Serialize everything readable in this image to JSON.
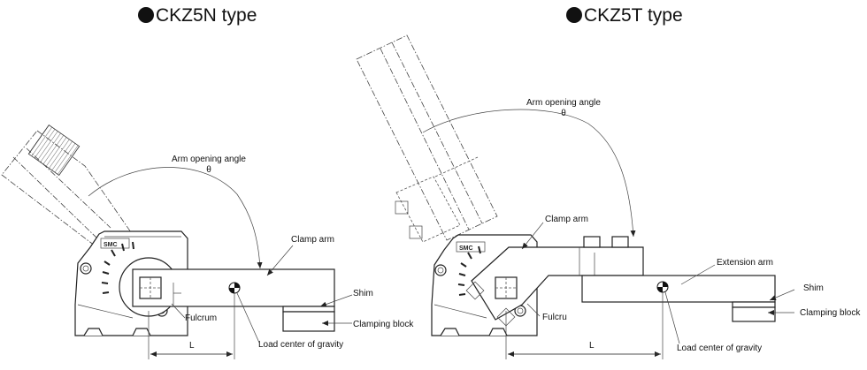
{
  "left": {
    "title": "CKZ5N type",
    "arm_opening_angle_label": "Arm opening angle",
    "theta": "θ",
    "clamp_arm": "Clamp arm",
    "shim": "Shim",
    "clamping_block": "Clamping block",
    "fulcrum": "Fulcrum",
    "load_center": "Load center of gravity",
    "dim_L": "L"
  },
  "right": {
    "title": "CKZ5T type",
    "arm_opening_angle_label": "Arm opening angle",
    "theta": "θ",
    "clamp_arm": "Clamp arm",
    "extension_arm": "Extension arm",
    "shim": "Shim",
    "clamping_block": "Clamping block",
    "fulcrum": "Fulcru",
    "load_center": "Load center of gravity",
    "dim_L": "L"
  },
  "logo_text": "SMC",
  "colors": {
    "line": "#222222",
    "background": "#ffffff"
  }
}
